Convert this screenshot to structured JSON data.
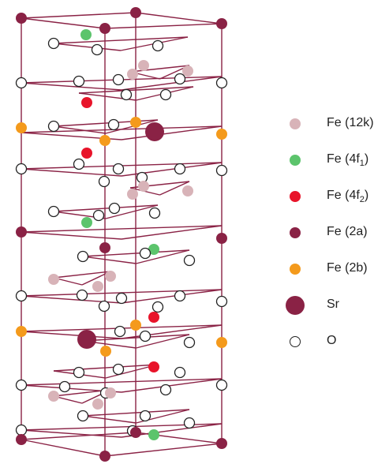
{
  "colors": {
    "frame": "#8a2245",
    "fe_12k": "#d8b3b8",
    "fe_4f1": "#5cc46c",
    "fe_4f2": "#e8142a",
    "fe_2a": "#8a2245",
    "fe_2b": "#f49a1c",
    "sr": "#8a2245",
    "oxygen_fill": "#ffffff",
    "oxygen_stroke": "#222222"
  },
  "legend": {
    "fe_12k": {
      "label": "Fe (12k)"
    },
    "fe_4f1": {
      "prefix": "Fe (4f",
      "sub": "1",
      "suffix": ")"
    },
    "fe_4f2": {
      "prefix": "Fe (4f",
      "sub": "2",
      "suffix": ")"
    },
    "fe_2a": {
      "label": "Fe (2a)"
    },
    "fe_2b": {
      "label": "Fe (2b)"
    },
    "sr": {
      "label": "Sr"
    },
    "o": {
      "label": "O"
    }
  }
}
